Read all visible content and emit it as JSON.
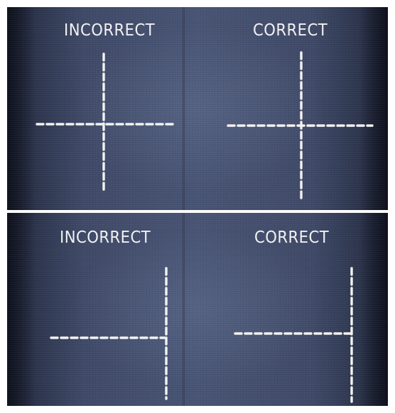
{
  "panels": [
    {
      "id": "top-left",
      "label": "INCORRECT",
      "stitch": "cross through"
    },
    {
      "id": "top-right",
      "label": "CORRECT",
      "stitch": "cross offset"
    },
    {
      "id": "bottom-left",
      "label": "INCORRECT",
      "stitch": "corner"
    },
    {
      "id": "bottom-right",
      "label": "CORRECT",
      "stitch": "corner overlap"
    }
  ],
  "colors": {
    "fabric": "#3f4a68",
    "stitch": "#f2f2f2"
  }
}
